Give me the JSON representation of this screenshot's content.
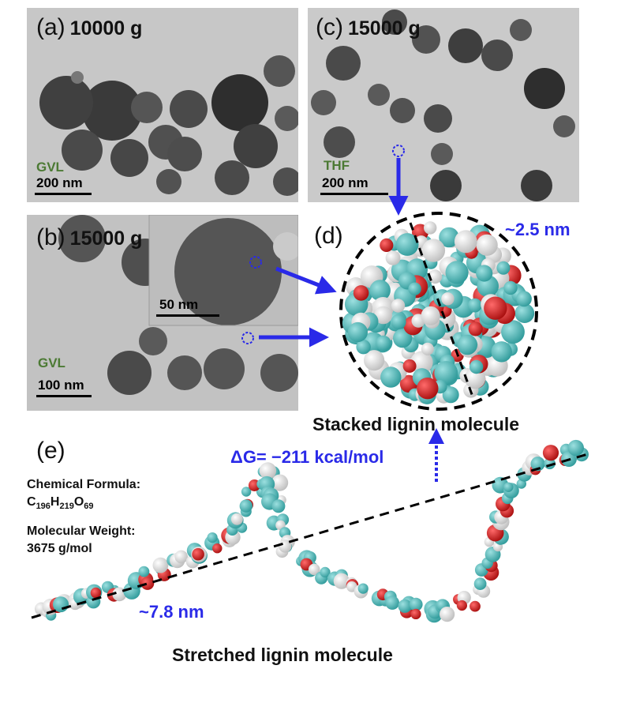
{
  "panels": {
    "a": {
      "label": "(a)",
      "force": "10000 g",
      "solvent": "GVL",
      "scale": "200 nm"
    },
    "b": {
      "label": "(b)",
      "force": "15000 g",
      "solvent": "GVL",
      "scale": "100 nm",
      "inset_scale": "50 nm"
    },
    "c": {
      "label": "(c)",
      "force": "15000 g",
      "solvent": "THF",
      "scale": "200 nm"
    },
    "d": {
      "label": "(d)",
      "size": "~2.5 nm",
      "caption": "Stacked lignin molecule"
    },
    "e": {
      "label": "(e)",
      "energy": "ΔG= −211 kcal/mol",
      "size": "~7.8 nm",
      "caption": "Stretched lignin molecule",
      "formula_title": "Chemical Formula:",
      "formula": {
        "c": "C",
        "c_n": "196",
        "h": "H",
        "h_n": "219",
        "o": "O",
        "o_n": "69"
      },
      "mw_title": "Molecular Weight:",
      "mw_value": "3675 g/mol"
    }
  },
  "colors": {
    "annotation_blue": "#2a2ae8",
    "solvent_green": "#4c7a34",
    "atom_carbon": "#47b5b5",
    "atom_oxygen": "#d21a1a",
    "atom_hydrogen": "#f0f0f0"
  }
}
